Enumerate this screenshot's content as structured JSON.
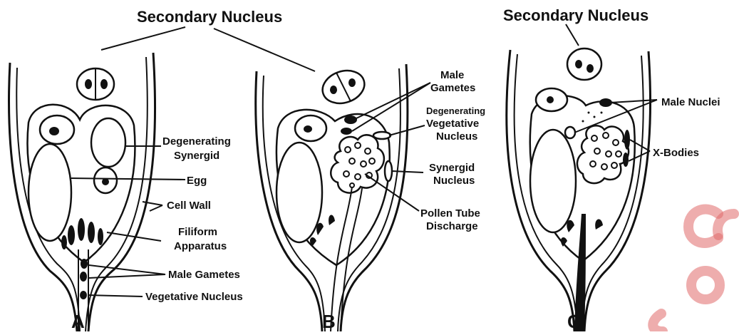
{
  "figure": {
    "panel_a": {
      "letter": "A",
      "title": "Secondary Nucleus",
      "labels": {
        "degenerating_synergid_1": "Degenerating",
        "degenerating_synergid_2": "Synergid",
        "egg": "Egg",
        "cell_wall": "Cell Wall",
        "filiform_1": "Filiform",
        "filiform_2": "Apparatus",
        "male_gametes": "Male Gametes",
        "vegetative_nucleus": "Vegetative Nucleus"
      }
    },
    "panel_b": {
      "letter": "B",
      "labels": {
        "male_gametes_1": "Male",
        "male_gametes_2": "Gametes",
        "degen_veg_1": "Degenerating",
        "degen_veg_2": "Vegetative",
        "degen_veg_3": "Nucleus",
        "synergid_nucleus_1": "Synergid",
        "synergid_nucleus_2": "Nucleus",
        "pollen_tube_1": "Pollen Tube",
        "pollen_tube_2": "Discharge"
      }
    },
    "panel_c": {
      "letter": "C",
      "title": "Secondary Nucleus",
      "labels": {
        "male_nuclei": "Male Nuclei",
        "x_bodies": "X-Bodies"
      }
    },
    "watermark_color": "#e06a6a"
  }
}
